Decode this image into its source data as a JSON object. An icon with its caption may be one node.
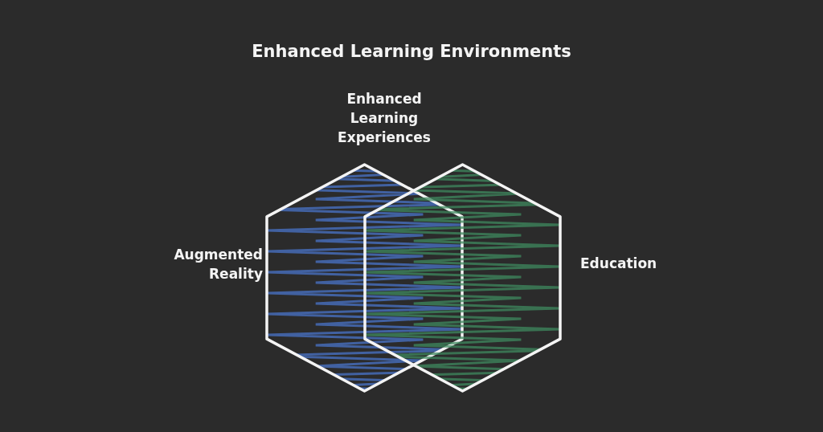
{
  "diagram": {
    "title": "Enhanced Learning Environments",
    "nodes": [
      {
        "text": [],
        "shape": "hexagon",
        "beside": [
          "Augmented Reality"
        ]
      },
      {
        "text": [],
        "shape": "hexagon",
        "beside": [
          "Education"
        ]
      }
    ],
    "edges": [],
    "labels": [
      "Enhanced Learning Experiences"
    ]
  }
}
